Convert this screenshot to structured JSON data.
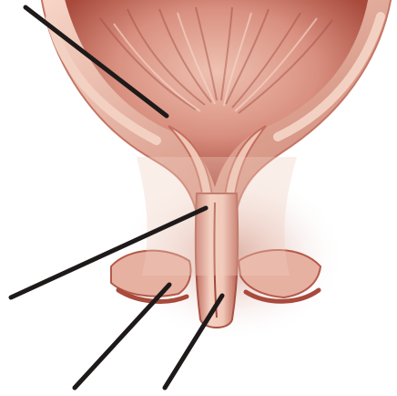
{
  "diagram": {
    "leader_lines": [
      "leader-line-1",
      "leader-line-2",
      "leader-line-3",
      "leader-line-4"
    ],
    "colors": {
      "line": "#1f1a1a",
      "tissue_light": "#f3c8b6",
      "tissue_mid": "#d98f7c",
      "tissue_dark": "#9f4334",
      "cavity": "#b45a4d",
      "highlight": "#f8ddd0"
    }
  }
}
